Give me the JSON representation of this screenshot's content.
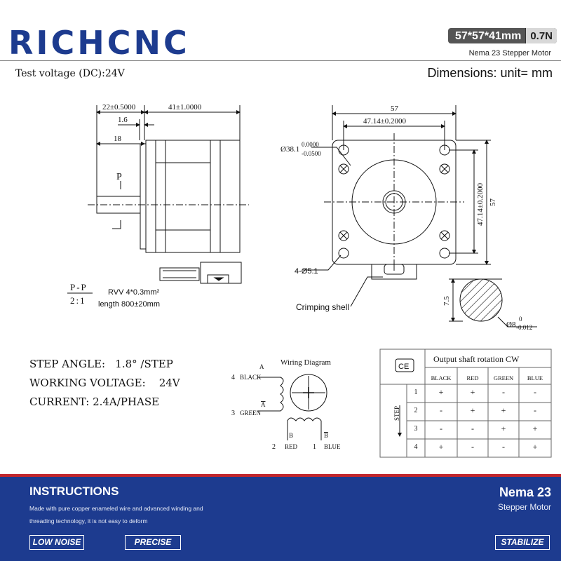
{
  "header": {
    "brand": "RICHCNC",
    "size": "57*57*41mm",
    "torque": "0.7N",
    "subtitle": "Nema 23 Stepper Motor"
  },
  "test_voltage": "Test voltage (DC):24V",
  "dimensions_unit": "Dimensions: unit= mm",
  "side_view": {
    "dim_22": "22±0.5000",
    "dim_41": "41±1.0000",
    "dim_1_6": "1.6",
    "dim_18": "18",
    "p_mark": "P",
    "pp_label": "P-P",
    "ratio": "2:1",
    "cable_rvv": "RVV 4*0.3mm²",
    "cable_length": "length 800±20mm"
  },
  "front_view": {
    "dim_57_top": "57",
    "dim_47_top": "47.14±0.2000",
    "dim_57_right": "57",
    "dim_47_right": "47.14±0.2000",
    "boss_dia": "Ø38.1",
    "boss_tol_upper": "0.0000",
    "boss_tol_lower": "-0.0500",
    "holes": "4-Ø5.1",
    "crimping_shell": "Crimping shell"
  },
  "shaft_section": {
    "flat": "7.5",
    "dia": "Ø8",
    "tol_upper": "0",
    "tol_lower": "-0.012"
  },
  "specs": [
    "STEP ANGLE:   1.8° /STEP",
    "WORKING VOLTAGE:    24V",
    "CURRENT: 2.4A/PHASE"
  ],
  "wiring": {
    "title": "Wiring Diagram",
    "pins": [
      {
        "num": "4",
        "color": "BLACK",
        "phase": "A"
      },
      {
        "num": "3",
        "color": "GREEN",
        "phase": "A"
      },
      {
        "num": "2",
        "color": "RED",
        "phase": "B"
      },
      {
        "num": "1",
        "color": "BLUE",
        "phase": "B"
      }
    ]
  },
  "sequence_table": {
    "ce": "CE",
    "title": "Output shaft rotation CW",
    "columns": [
      "BLACK",
      "RED",
      "GREEN",
      "BLUE"
    ],
    "step_label": "STEP",
    "rows": [
      {
        "step": "1",
        "cells": [
          "+",
          "+",
          "-",
          "-"
        ]
      },
      {
        "step": "2",
        "cells": [
          "-",
          "+",
          "+",
          "-"
        ]
      },
      {
        "step": "3",
        "cells": [
          "-",
          "-",
          "+",
          "+"
        ]
      },
      {
        "step": "4",
        "cells": [
          "+",
          "-",
          "-",
          "+"
        ]
      }
    ]
  },
  "footer": {
    "title": "INSTRUCTIONS",
    "text": "Made with pure copper enameled wire and advanced winding and threading technology, it is not easy to deform",
    "model": "Nema 23",
    "model_sub": "Stepper Motor",
    "tags": [
      "LOW NOISE",
      "PRECISE",
      "STABILIZE"
    ]
  },
  "colors": {
    "brand_blue": "#1d3b8f",
    "accent_red": "#c1272d",
    "badge_gray": "#555555"
  }
}
